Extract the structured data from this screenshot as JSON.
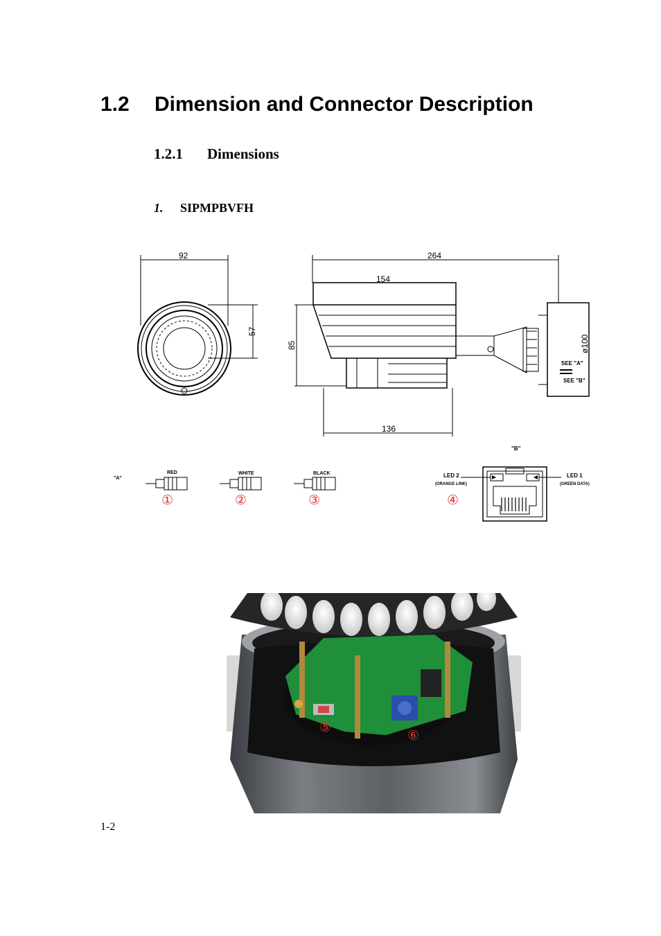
{
  "section": {
    "number": "1.2",
    "title": "Dimension and Connector Description"
  },
  "subsection": {
    "number": "1.2.1",
    "title": "Dimensions"
  },
  "model": {
    "number": "1.",
    "name": "SIPMPBVFH"
  },
  "drawing": {
    "dims": {
      "front_width": "92",
      "front_height": "57",
      "total_length": "264",
      "hood_length": "154",
      "body_height": "85",
      "body_length": "136",
      "base_diameter": "ø100"
    },
    "see_a": "SEE \"A\"",
    "see_b": "SEE \"B\""
  },
  "connectors": {
    "a_label": "\"A\"",
    "b_label": "\"B\"",
    "red": "RED",
    "white": "WHITE",
    "black": "BLACK",
    "led2": "LED 2",
    "led2_sub": "(ORANGE LINK)",
    "led1": "LED 1",
    "led1_sub": "(GREEN DATA)",
    "markers": [
      "①",
      "②",
      "③",
      "④",
      "⑤",
      "⑥"
    ]
  },
  "colors": {
    "marker": "#e0302a",
    "pcb": "#1f8f3a",
    "housing": "#5d6166"
  },
  "page_number": "1-2"
}
